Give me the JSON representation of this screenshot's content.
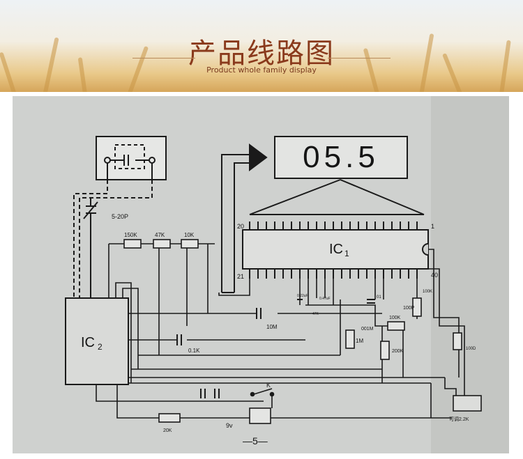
{
  "header": {
    "title": "产品线路图",
    "subtitle": "Product whole family display"
  },
  "diagram": {
    "display_value": "05.5",
    "ic1_label": "IC",
    "ic1_sub": "1",
    "ic2_label": "IC",
    "ic2_sub": "2",
    "pin_20": "20",
    "pin_1": "1",
    "pin_21": "21",
    "pin_40": "40",
    "cap_5_20p": "5-20P",
    "res_150k": "150K",
    "res_47k": "47K",
    "res_10k": "10K",
    "res_10m": "10M",
    "cap_0_1k": "0.1K",
    "res_1m": "1M",
    "res_200k": "200K",
    "res_100k_a": "100K",
    "res_100k_b": "100K",
    "cap_100p": "100P",
    "cap_001m": "001M",
    "cap_022": "0.22uF",
    "cap_047": "0.47uF",
    "res_47k_small": "47K",
    "cap_01": "01",
    "res_100d": "100D",
    "res_20k": "20K",
    "battery_9v": "9v",
    "switch_k": "K",
    "pot_label": "可调2.2K",
    "page_number": "—5—"
  }
}
